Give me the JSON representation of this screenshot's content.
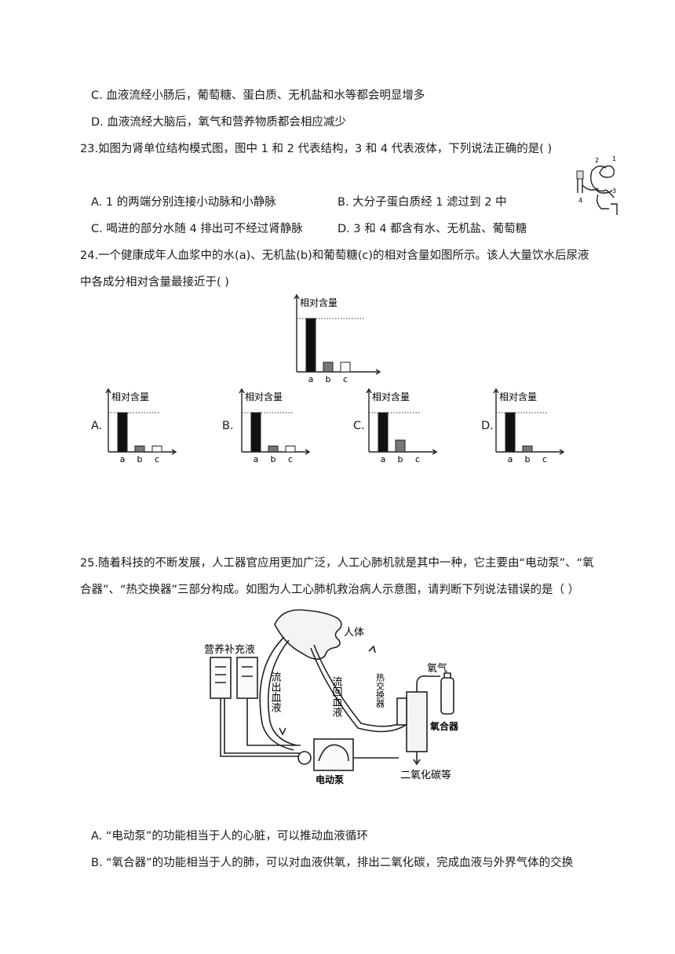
{
  "q22": {
    "option_c": "C. 血液流经小肠后，葡萄糖、蛋白质、无机盐和水等都会明显增多",
    "option_d": "D. 血液流经大脑后，氧气和营养物质都会相应减少"
  },
  "q23": {
    "stem": "23.如图为肾单位结构模式图，图中 1 和 2 代表结构，3 和 4 代表液体，下列说法正确的是(    )",
    "option_a": "A. 1 的两端分别连接小动脉和小静脉",
    "option_b": "B. 大分子蛋白质经 1 滤过到 2 中",
    "option_c": "C. 喝进的部分水随 4 排出可不经过肾静脉",
    "option_d": "D. 3 和 4 都含有水、无机盐、葡萄糖",
    "figure_labels": [
      "1",
      "2",
      "3",
      "4"
    ]
  },
  "q24": {
    "stem_line1": "24.一个健康成年人血浆中的水(a)、无机盐(b)和葡萄糖(c)的相对含量如图所示。该人大量饮水后尿液",
    "stem_line2": "中各成分相对含量最接近于(    )",
    "axis_label": "相对含量",
    "option_letters": [
      "A.",
      "B.",
      "C.",
      "D."
    ]
  },
  "chart_data": [
    {
      "type": "bar",
      "panel": "plasma",
      "categories": [
        "a",
        "b",
        "c"
      ],
      "values": [
        100,
        18,
        18
      ],
      "ylabel": "相对含量",
      "reference_line": 100
    },
    {
      "type": "bar",
      "panel": "A",
      "categories": [
        "a",
        "b",
        "c"
      ],
      "values": [
        100,
        15,
        15
      ],
      "ylabel": "相对含量",
      "reference_line": 100
    },
    {
      "type": "bar",
      "panel": "B",
      "categories": [
        "a",
        "b",
        "c"
      ],
      "values": [
        100,
        15,
        15
      ],
      "ylabel": "相对含量",
      "reference_line": 100
    },
    {
      "type": "bar",
      "panel": "C",
      "categories": [
        "a",
        "b",
        "c"
      ],
      "values": [
        100,
        30,
        0
      ],
      "ylabel": "相对含量",
      "reference_line": 100
    },
    {
      "type": "bar",
      "panel": "D",
      "categories": [
        "a",
        "b",
        "c"
      ],
      "values": [
        100,
        15,
        0
      ],
      "ylabel": "相对含量",
      "reference_line": 100
    }
  ],
  "q25": {
    "stem_line1": "25.随着科技的不断发展，人工器官应用更加广泛，人工心肺机就是其中一种，它主要由“电动泵”、“氧",
    "stem_line2": "合器”、“热交换器”三部分构成。如图为人工心肺机救治病人示意图，请判断下列说法错误的是（      ）",
    "figure": {
      "nutrient": "营养补充液",
      "body": "人体",
      "outflow": "流出血液",
      "return": "流回血液",
      "heat_exchanger": "热交换器",
      "oxygen": "氧气",
      "oxygenator": "氧合器",
      "co2": "二氧化碳等",
      "pump": "电动泵"
    },
    "option_a": "A. “电动泵”的功能相当于人的心脏，可以推动血液循环",
    "option_b": "B. “氧合器”的功能相当于人的肺，可以对血液供氧，排出二氧化碳，完成血液与外界气体的交换"
  }
}
